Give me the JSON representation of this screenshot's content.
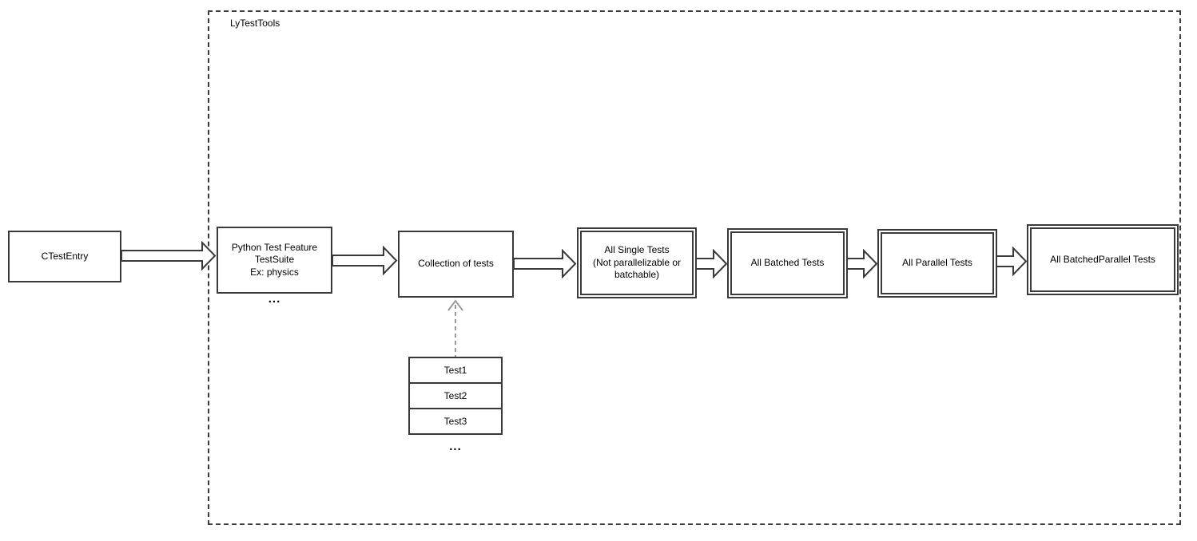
{
  "diagram": {
    "container_label": "LyTestTools",
    "nodes": {
      "ctestentry": {
        "label": "CTestEntry"
      },
      "python_suite": {
        "line1": "Python Test Feature",
        "line2": "TestSuite",
        "line3": "Ex: physics"
      },
      "collection": {
        "label": "Collection of tests"
      },
      "all_single": {
        "line1": "All Single Tests",
        "line2": "(Not parallelizable or",
        "line3": "batchable)"
      },
      "all_batched": {
        "label": "All Batched Tests"
      },
      "all_parallel": {
        "label": "All Parallel Tests"
      },
      "all_batched_parallel": {
        "label": "All BatchedParallel Tests"
      },
      "test_items": [
        "Test1",
        "Test2",
        "Test3"
      ]
    },
    "ellipsis_python": "...",
    "ellipsis_tests": "...",
    "colors": {
      "border": "#3a3a3a",
      "dashed_arrow": "#999999",
      "text": "#000000",
      "background": "#ffffff"
    }
  }
}
